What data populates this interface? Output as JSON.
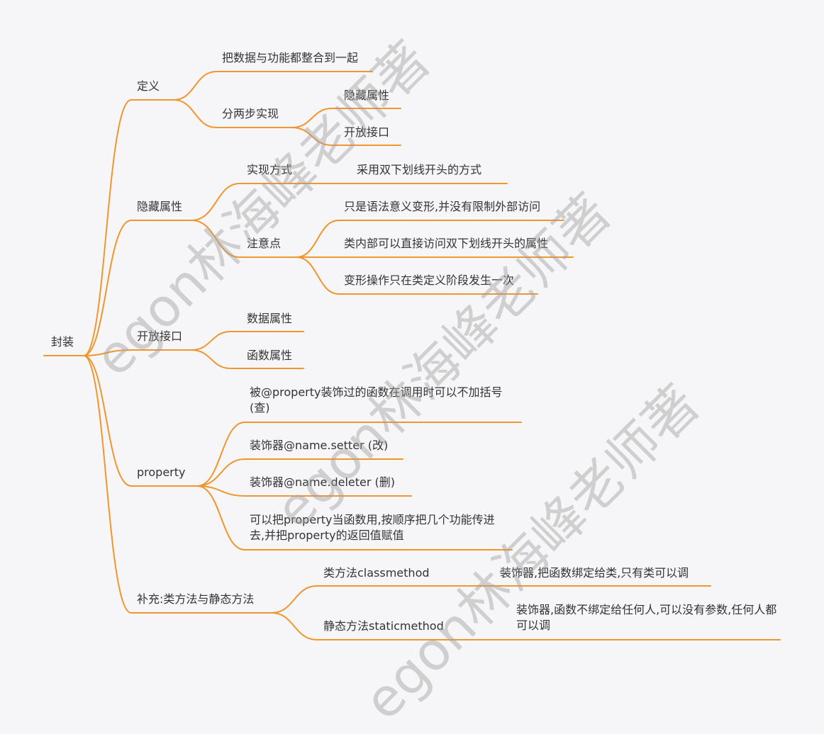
{
  "accent_color": "#f0962e",
  "watermark": "egon林海峰老师著",
  "root": "封装",
  "branches": {
    "def": {
      "label": "定义",
      "item1": "把数据与功能都整合到一起",
      "two_step": "分两步实现",
      "hide": "隐藏属性",
      "open": "开放接口"
    },
    "hidden": {
      "label": "隐藏属性",
      "impl": "实现方式",
      "impl_detail": "采用双下划线开头的方式",
      "note": "注意点",
      "note1": "只是语法意义变形,并没有限制外部访问",
      "note2": "类内部可以直接访问双下划线开头的属性",
      "note3": "变形操作只在类定义阶段发生一次"
    },
    "iface": {
      "label": "开放接口",
      "data_attr": "数据属性",
      "func_attr": "函数属性"
    },
    "property": {
      "label": "property",
      "p1": "被@property装饰过的函数在调用时可以不加括号 (查)",
      "p2": "装饰器@name.setter (改)",
      "p3": "装饰器@name.deleter (删)",
      "p4": "可以把property当函数用,按顺序把几个功能传进去,并把property的返回值赋值"
    },
    "supp": {
      "label": "补充:类方法与静态方法",
      "cls": "类方法classmethod",
      "cls_detail": "装饰器,把函数绑定给类,只有类可以调",
      "static": "静态方法staticmethod",
      "static_detail": "装饰器,函数不绑定给任何人,可以没有参数,任何人都可以调"
    }
  }
}
